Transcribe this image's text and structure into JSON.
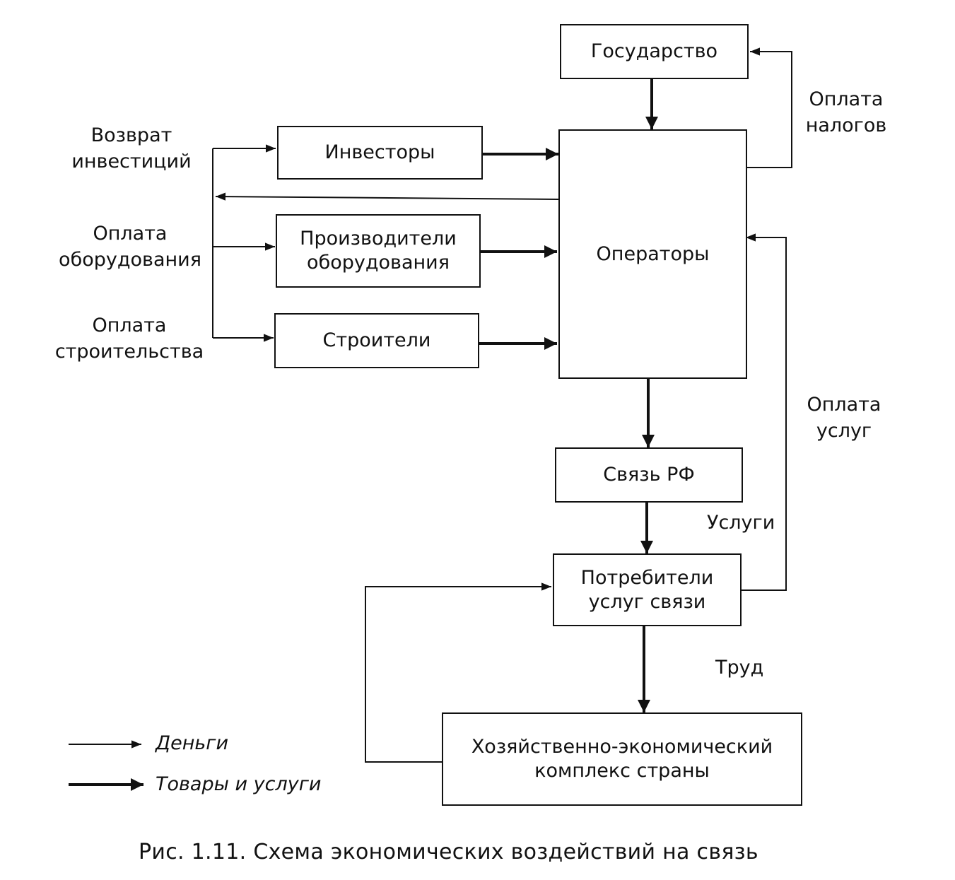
{
  "boxes": {
    "state": "Государство",
    "investors": "Инвесторы",
    "equipment_makers": "Производители\nоборудования",
    "builders": "Строители",
    "operators": "Операторы",
    "svyaz_rf": "Связь РФ",
    "consumers": "Потребители\nуслуг связи",
    "economy": "Хозяйственно-экономический\nкомплекс страны"
  },
  "labels": {
    "return_investments": "Возврат\nинвестиций",
    "equipment_payment": "Оплата\nоборудования",
    "construction_payment": "Оплата\nстроительства",
    "tax_payment": "Оплата\nналогов",
    "services_payment": "Оплата\nуслуг",
    "services": "Услуги",
    "labor": "Труд"
  },
  "legend": {
    "money": "Деньги",
    "goods_services": "Товары и услуги"
  },
  "caption": "Рис. 1.11. Схема экономических воздействий на связь"
}
